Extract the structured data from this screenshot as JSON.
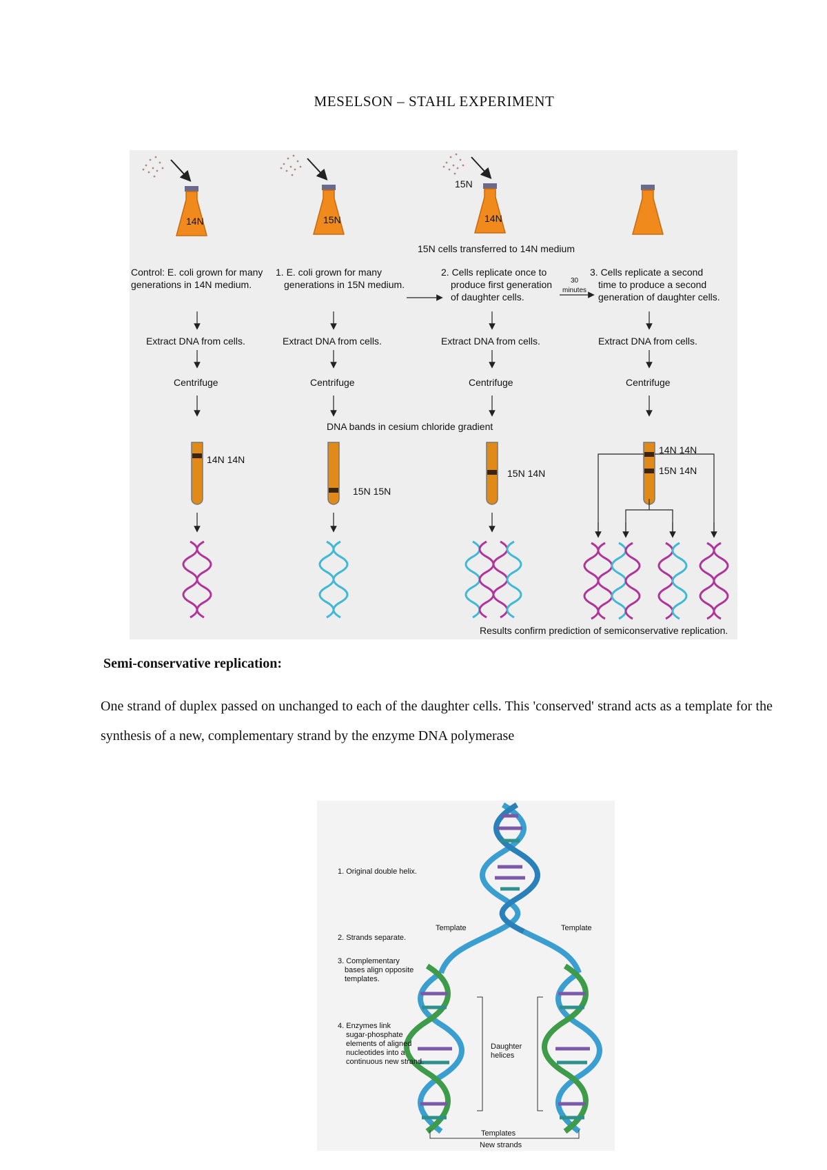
{
  "title": "MESELSON – STAHL EXPERIMENT",
  "figure1": {
    "flask_labels": [
      "14N",
      "15N",
      "14N"
    ],
    "label_15n_arrow": "15N",
    "transfer_label": "15N cells transferred to 14N medium",
    "columns": [
      {
        "desc": [
          "Control: E. coli grown for many",
          "generations in 14N medium."
        ],
        "extract": "Extract DNA from cells.",
        "centrifuge": "Centrifuge",
        "band": "14N 14N"
      },
      {
        "desc": [
          "1. E. coli grown for many",
          "generations in 15N medium."
        ],
        "extract": "Extract DNA from cells.",
        "centrifuge": "Centrifuge",
        "band": "15N 15N"
      },
      {
        "desc": [
          "2. Cells replicate once to",
          "produce first generation",
          "of daughter cells."
        ],
        "extract": "Extract DNA from cells.",
        "centrifuge": "Centrifuge",
        "band": "15N 14N"
      },
      {
        "desc": [
          "3. Cells replicate a second",
          "time to produce a second",
          "generation of daughter cells."
        ],
        "extract": "Extract DNA from cells.",
        "centrifuge": "Centrifuge",
        "band_top": "14N 14N",
        "band_bottom": "15N 14N"
      }
    ],
    "time_label": [
      "30",
      "minutes"
    ],
    "gradient_label": "DNA bands in cesium chloride gradient",
    "result_label": "Results confirm prediction of semiconservative replication.",
    "colors": {
      "strand_14n": "#b0359a",
      "strand_15n": "#41b8d6",
      "flask": "#f08a1c",
      "tube": "#e08a1a"
    }
  },
  "heading": "Semi-conservative replication:",
  "paragraph": "One strand of duplex passed on unchanged to each of the daughter cells. This 'conserved' strand acts as a template for the synthesis of a new, complementary strand by the enzyme DNA polymerase",
  "figure2": {
    "step1": "1. Original double helix.",
    "step2": "2. Strands separate.",
    "step3": [
      "3. Complementary",
      "bases align opposite",
      "templates."
    ],
    "step4": [
      "4. Enzymes link",
      "sugar-phosphate",
      "elements of aligned",
      "nucleotides into a",
      "continuous new strand."
    ],
    "template_left": "Template",
    "template_right": "Template",
    "daughter": [
      "Daughter",
      "helices"
    ],
    "templates_bottom": "Templates",
    "new_strands": "New strands",
    "colors": {
      "template_strand": "#3a9fd0",
      "new_strand": "#3e9b4a",
      "base_purple": "#7a5aa8",
      "base_teal": "#2f8f8a"
    }
  }
}
